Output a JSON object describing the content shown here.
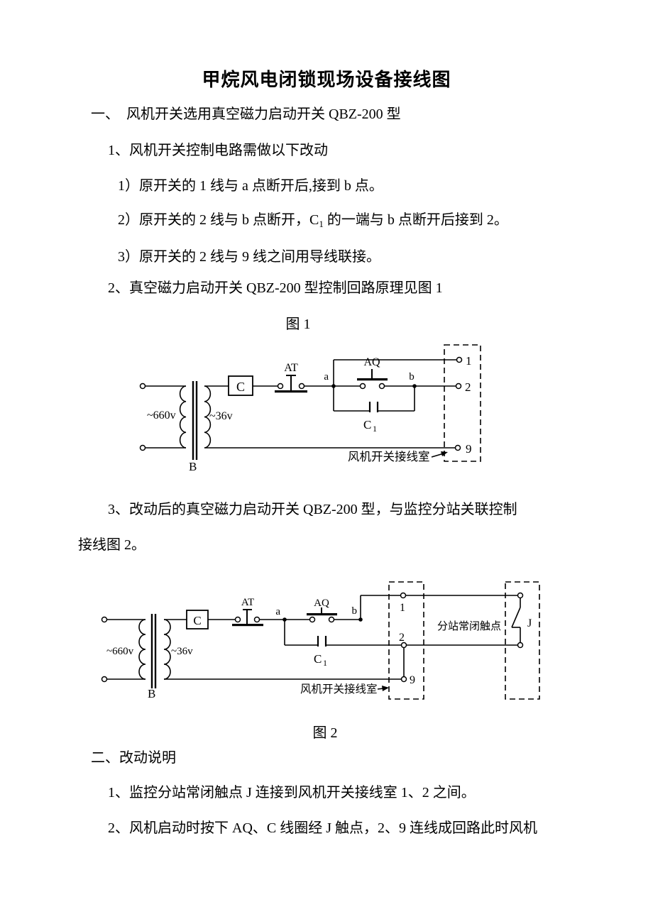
{
  "title": "甲烷风电闭锁现场设备接线图",
  "sections": {
    "s1_heading": "一、　风机开关选用真空磁力启动开关 QBZ-200 型",
    "s1_item1": "1、风机开关控制电路需做以下改动",
    "s1_item1_1": "1）原开关的 1 线与 a 点断开后,接到 b 点。",
    "s1_item1_2_pre": "2）原开关的 2 线与 b 点断开，C",
    "s1_item1_2_sub": "1",
    "s1_item1_2_post": " 的一端与 b 点断开后接到 2。",
    "s1_item1_3": "3）原开关的 2 线与 9 线之间用导线联接。",
    "s1_item2": "2、真空磁力启动开关 QBZ-200 型控制回路原理见图 1",
    "s1_item3_line1": "3、改动后的真空磁力启动开关 QBZ-200 型，与监控分站关联控制",
    "s1_item3_line2": "接线图 2。",
    "s2_heading": "二、改动说明",
    "s2_item1": "1、监控分站常闭触点 J 连接到风机开关接线室 1、2 之间。",
    "s2_item2": "2、风机启动时按下 AQ、C 线圈经 J 触点，2、9 连线成回路此时风机"
  },
  "figure1": {
    "caption": "图 1",
    "labels": {
      "primary_voltage": "~660v",
      "secondary_voltage": "~36v",
      "transformer": "B",
      "contactor_coil": "C",
      "stop_button": "AT",
      "start_button": "AQ",
      "node_a": "a",
      "node_b": "b",
      "capacitor_base": "C",
      "capacitor_sub": "1",
      "terminal_1": "1",
      "terminal_2": "2",
      "terminal_9": "9",
      "junction_box": "风机开关接线室"
    }
  },
  "figure2": {
    "caption": "图 2",
    "labels": {
      "primary_voltage": "~660v",
      "secondary_voltage": "~36v",
      "transformer": "B",
      "contactor_coil": "C",
      "stop_button": "AT",
      "start_button": "AQ",
      "node_a": "a",
      "node_b": "b",
      "capacitor_base": "C",
      "capacitor_sub": "1",
      "terminal_1": "1",
      "terminal_2": "2",
      "terminal_9": "9",
      "junction_box": "风机开关接线室",
      "nc_contact_note": "分站常闭触点",
      "relay_contact": "J"
    }
  }
}
